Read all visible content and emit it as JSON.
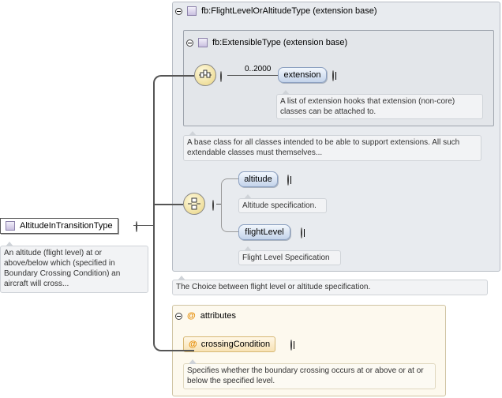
{
  "root": {
    "name": "AltitudeInTransitionType",
    "doc": "An altitude (flight level) at or above/below which (specified in Boundary Crossing Condition) an aircraft will cross..."
  },
  "base_outer": {
    "title": "fb:FlightLevelOrAltitudeType (extension base)",
    "doc": "The Choice between flight level or altitude specification."
  },
  "base_inner": {
    "title": "fb:ExtensibleType (extension base)",
    "doc": "A base class for all classes intended to be able to support extensions. All such extendable classes must themselves..."
  },
  "extension": {
    "cardinality": "0..2000",
    "name": "extension",
    "doc": "A list of extension hooks that extension (non-core) classes can be attached to."
  },
  "choice": {
    "altitude": {
      "name": "altitude",
      "doc": "Altitude specification."
    },
    "flightLevel": {
      "name": "flightLevel",
      "doc": "Flight Level Specification"
    }
  },
  "attributes": {
    "title": "attributes",
    "symbol": "@",
    "crossing": {
      "name": "crossingCondition",
      "doc": "Specifies whether the boundary crossing occurs at or above or at or below the specified level."
    }
  },
  "icons": {
    "type_icon": "complex-type-square-icon",
    "attribute_icon": "at-sign-icon",
    "sequence_icon": "sequence-compositor-icon",
    "choice_icon": "choice-compositor-icon",
    "collapse_icon": "minus-circle-icon",
    "expand_icon": "plus-circle-icon"
  },
  "colors": {
    "group_bg": "#e8ebef",
    "element_fill": "#c3d3ea",
    "attribute_fill": "#f7e2b4",
    "attribute_symbol": "#e58a00",
    "connector": "#555555"
  }
}
